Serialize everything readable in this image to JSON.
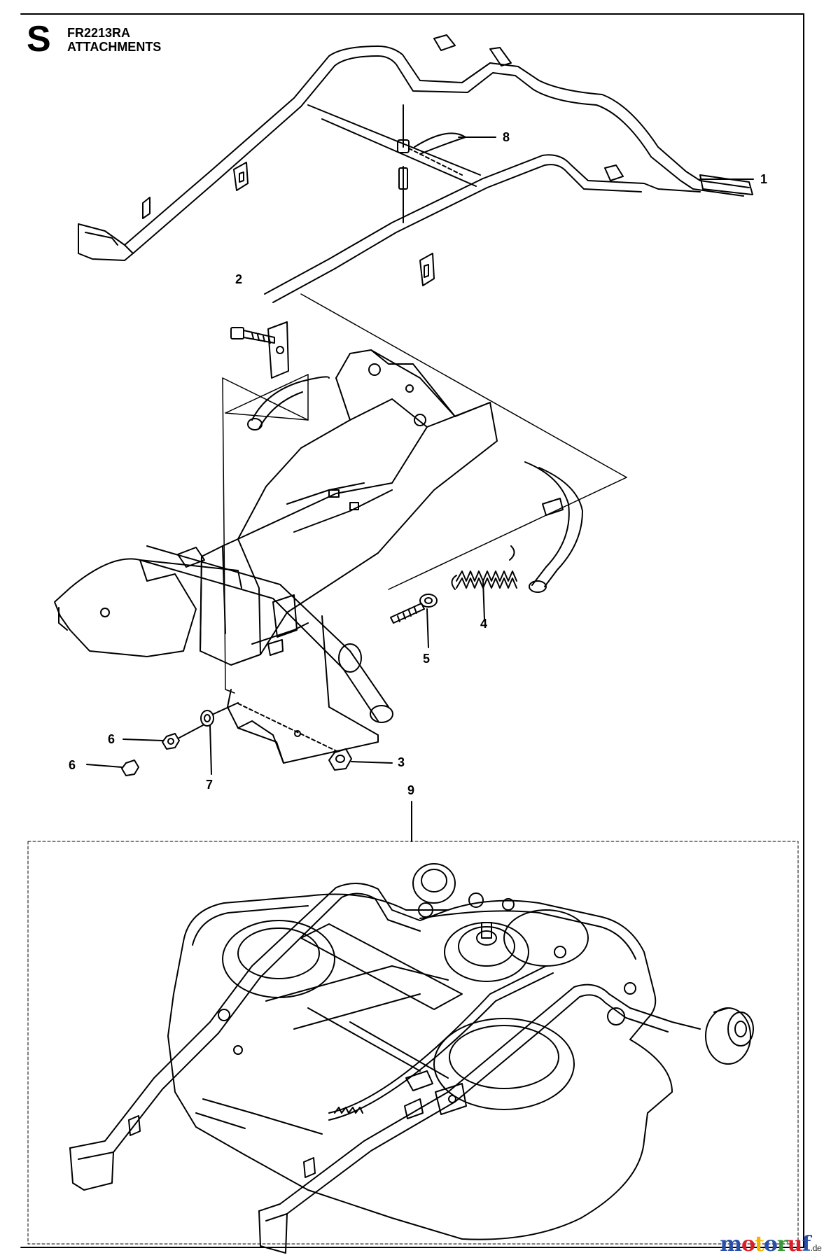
{
  "header": {
    "letter": "S",
    "model": "FR2213RA",
    "section": "ATTACHMENTS"
  },
  "callouts": [
    "1",
    "2",
    "8",
    "4",
    "5",
    "3",
    "6",
    "6",
    "7",
    "9"
  ],
  "watermark": {
    "brand": "motoruf",
    "tld": ".de",
    "colors": [
      "#2a4fa8",
      "#d9202a",
      "#f2b600",
      "#2a4fa8",
      "#3a9a3a",
      "#d9202a",
      "#2a4fa8"
    ]
  }
}
